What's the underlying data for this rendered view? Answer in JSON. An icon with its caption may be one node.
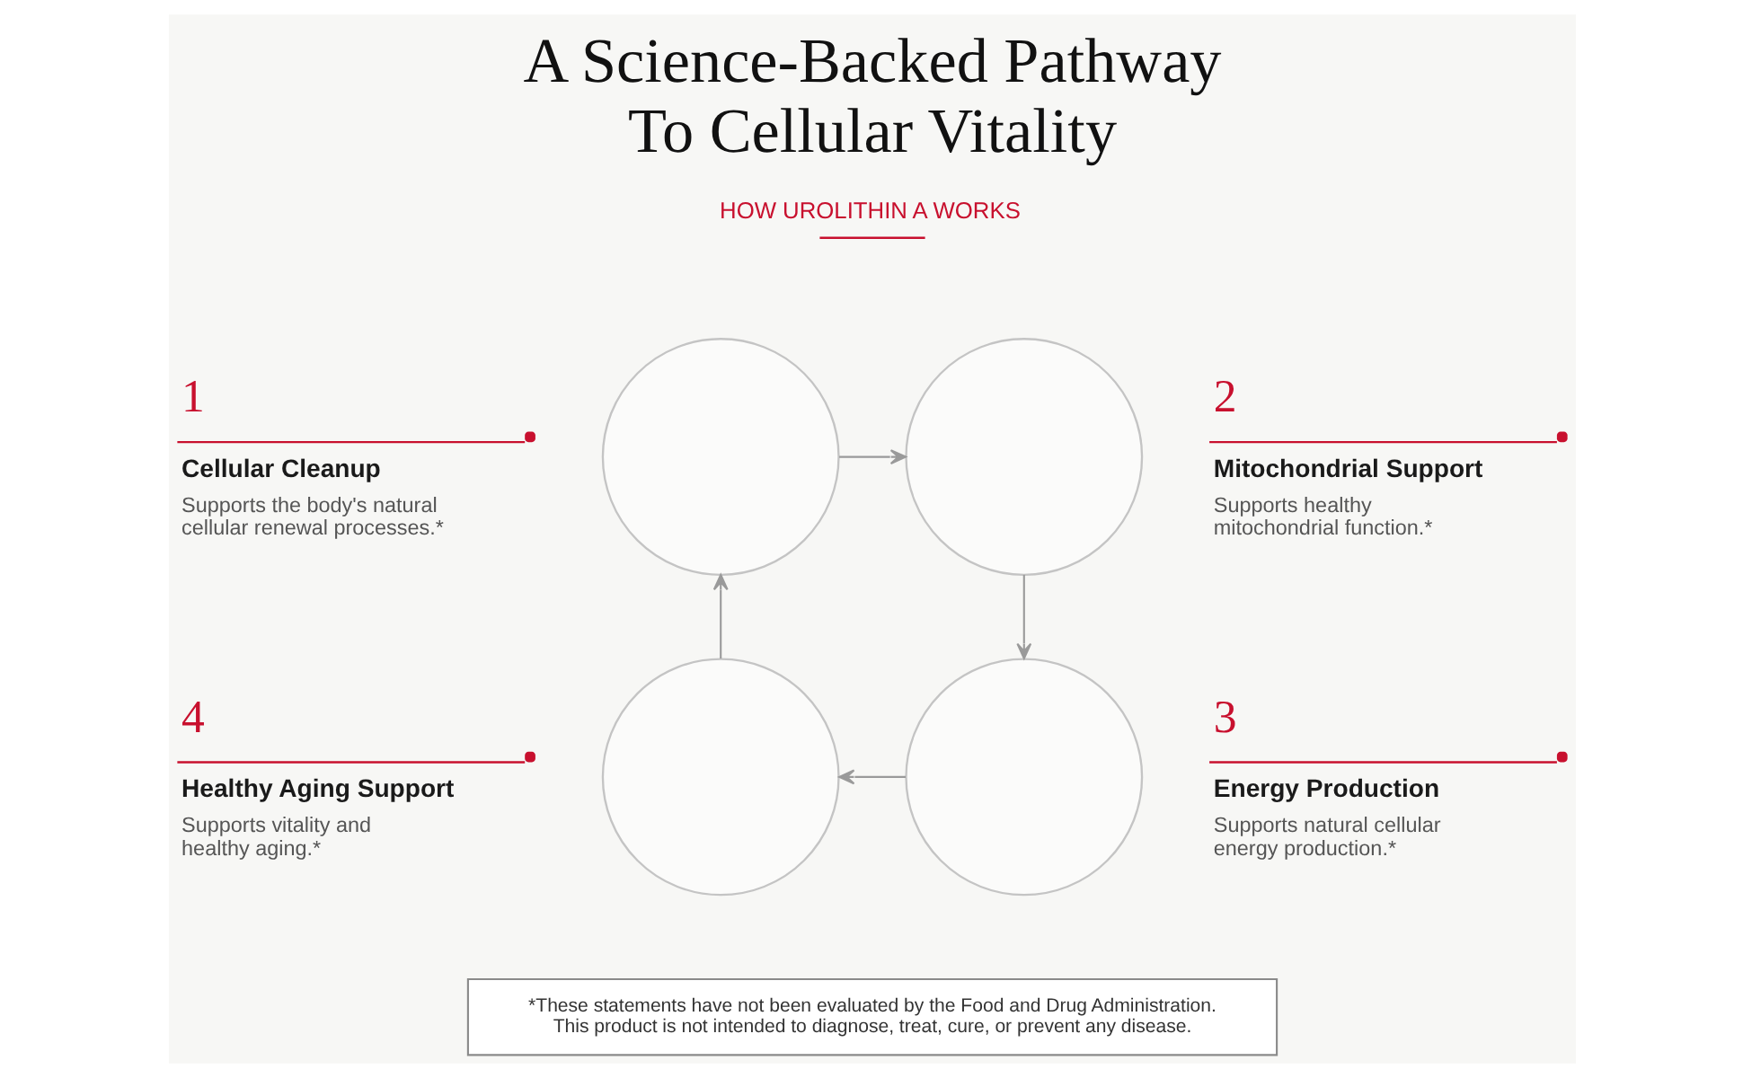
{
  "diagram": {
    "title": "A Science-Backed Pathway To Cellular Vitality",
    "nodes": [
      {
        "text": [],
        "shape": "circle",
        "beside": [
          "1",
          "Cellular Cleanup",
          "Supports the body's natural cellular renewal processes.*"
        ]
      },
      {
        "text": [],
        "shape": "circle",
        "beside": [
          "2",
          "Mitochondrial Support",
          "Supports healthy mitochondrial function.*"
        ]
      },
      {
        "text": [],
        "shape": "circle",
        "beside": [
          "3",
          "Energy Production",
          "Supports natural cellular energy production.*"
        ]
      },
      {
        "text": [],
        "shape": "circle",
        "beside": [
          "4",
          "Healthy Aging Support",
          "Supports vitality and healthy aging.*"
        ]
      },
      {
        "text": [
          "*These statements have not been evaluated by the Food and Drug Administration. This product is not intended to diagnose, treat, cure, or prevent any disease."
        ]
      }
    ],
    "edges": [
      {
        "from": 0,
        "to": 1,
        "arrow": "to"
      },
      {
        "from": 1,
        "to": 2,
        "arrow": "to"
      },
      {
        "from": 2,
        "to": 3,
        "arrow": "to"
      },
      {
        "from": 3,
        "to": 0,
        "arrow": "to"
      }
    ],
    "labels": [
      "HOW UROLITHIN A WORKS"
    ]
  }
}
